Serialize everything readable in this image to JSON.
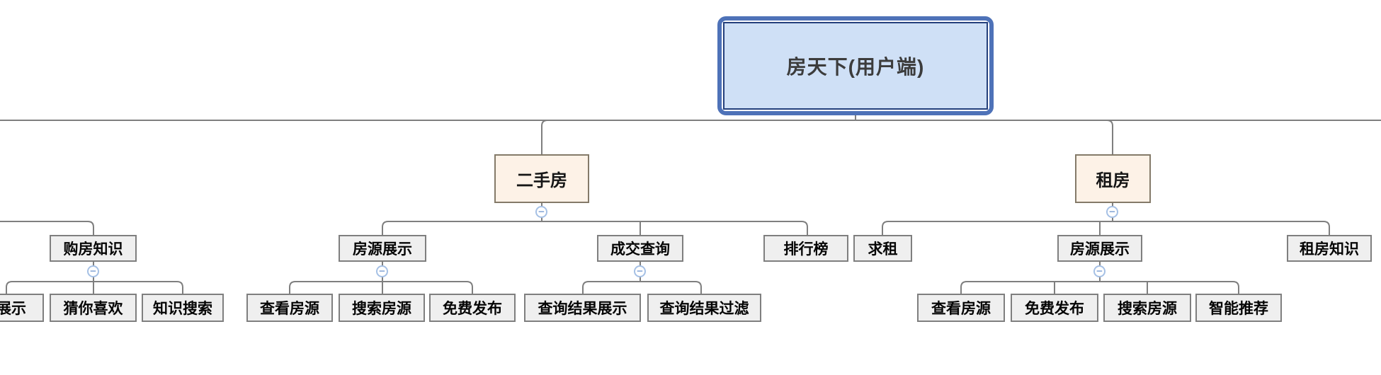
{
  "tree": {
    "root": {
      "label": "房天下(用户端)"
    },
    "branches": [
      {
        "label": "二手房",
        "children": [
          {
            "label": "房源展示",
            "children": [
              {
                "label": "查看房源"
              },
              {
                "label": "搜索房源"
              },
              {
                "label": "免费发布"
              }
            ]
          },
          {
            "label": "成交查询",
            "children": [
              {
                "label": "查询结果展示"
              },
              {
                "label": "查询结果过滤"
              }
            ]
          },
          {
            "label": "排行榜"
          }
        ]
      },
      {
        "label": "租房",
        "children": [
          {
            "label": "求租"
          },
          {
            "label": "房源展示",
            "children": [
              {
                "label": "查看房源"
              },
              {
                "label": "免费发布"
              },
              {
                "label": "搜索房源"
              },
              {
                "label": "智能推荐"
              }
            ]
          },
          {
            "label": "租房知识"
          }
        ]
      }
    ],
    "offscreen_left_branch": {
      "children": [
        {
          "label": "购房知识",
          "children": [
            {
              "label": "展示",
              "truncated_at_left_edge": true
            },
            {
              "label": "猜你喜欢"
            },
            {
              "label": "知识搜索"
            }
          ]
        }
      ]
    }
  },
  "icons": {
    "collapse_glyph": "−"
  },
  "colors": {
    "connector_gray": "#7f7f7f",
    "root_border_blue": "#4e72b8",
    "root_inner_border": "#24407c",
    "root_fill": "#cfe0f6",
    "branch_fill": "#fdf2e7",
    "branch_border": "#847a69",
    "leaf_fill": "#efefef",
    "leaf_border": "#7f7f7f",
    "collapse_ring": "#a5c0e5"
  }
}
